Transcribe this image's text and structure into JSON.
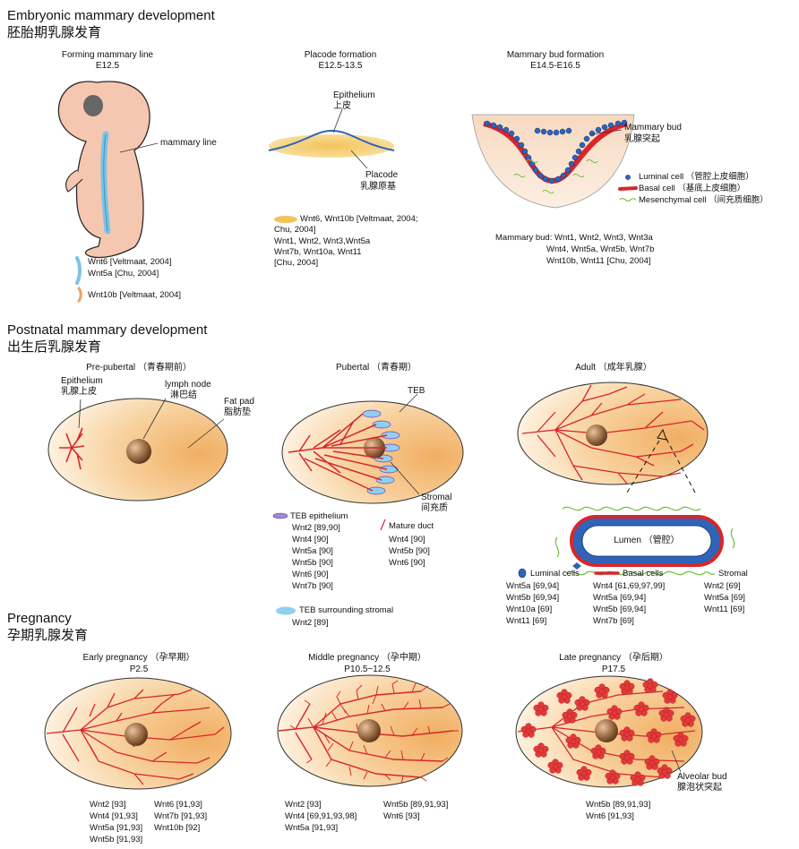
{
  "sections": {
    "embryonic": {
      "en": "Embryonic mammary development",
      "zh": "胚胎期乳腺发育"
    },
    "postnatal": {
      "en": "Postnatal mammary development",
      "zh": "出生后乳腺发育"
    },
    "pregnancy": {
      "en": "Pregnancy",
      "zh": "孕期乳腺发育"
    }
  },
  "embryonic": {
    "line": {
      "title": "Forming mammary line",
      "stage": "E12.5",
      "label": "mammary line",
      "legend": [
        "Wnt6 [Veltmaat, 2004]",
        "Wnt5a [Chu, 2004]",
        "Wnt10b [Veltmaat, 2004]"
      ]
    },
    "placode": {
      "title": "Placode formation",
      "stage": "E12.5-13.5",
      "epithelium_en": "Epithelium",
      "epithelium_zh": "上皮",
      "placode_en": "Placode",
      "placode_zh": "乳腺原基",
      "genes": [
        "Wnt6, Wnt10b [Veltmaat, 2004;",
        "Chu, 2004]",
        "Wnt1, Wnt2, Wnt3,Wnt5a",
        "Wnt7b, Wnt10a, Wnt11",
        "[Chu, 2004]"
      ]
    },
    "bud": {
      "title": "Mammary bud formation",
      "stage": "E14.5-E16.5",
      "bud_en": "Mammary bud",
      "bud_zh": "乳腺突起",
      "legend": [
        "Luminal cell （管腔上皮细胞）",
        "Basal cell （基底上皮细胞）",
        "Mesenchymal cell （间充质细胞）"
      ],
      "genes": [
        "Mammary bud: Wnt1, Wnt2, Wnt3, Wnt3a",
        "Wnt4, Wnt5a, Wnt5b, Wnt7b",
        "Wnt10b, Wnt11 [Chu, 2004]"
      ]
    }
  },
  "postnatal": {
    "prepubertal": {
      "title": "Pre-pubertal （青春期前）",
      "epi_en": "Epithelium",
      "epi_zh": "乳腺上皮",
      "lymph_en": "lymph node",
      "lymph_zh": "淋巴结",
      "fat_en": "Fat pad",
      "fat_zh": "脂肪垫"
    },
    "pubertal": {
      "title": "Pubertal （青春期）",
      "teb": "TEB",
      "stromal_en": "Stromal",
      "stromal_zh": "间充质",
      "teb_epi_title": "TEB epithelium",
      "teb_epi_genes": [
        "Wnt2 [89,90]",
        "Wnt4 [90]",
        "Wnt5a [90]",
        "Wnt5b [90]",
        "Wnt6 [90]",
        "Wnt7b [90]"
      ],
      "mature_title": "Mature duct",
      "mature_genes": [
        "Wnt4 [90]",
        "Wnt5b [90]",
        "Wnt6 [90]"
      ],
      "teb_str_title": "TEB surrounding stromal",
      "teb_str_genes": [
        "Wnt2 [89]"
      ]
    },
    "adult": {
      "title": "Adult （成年乳腺）",
      "lumen": "Lumen （管腔）",
      "luminal_title": "Luminal cells",
      "luminal_genes": [
        "Wnt5a [69,94]",
        "Wnt5b [69,94]",
        "Wnt10a [69]",
        "Wnt11 [69]"
      ],
      "basal_title": "Basal cells",
      "basal_genes": [
        "Wnt4 [61,69,97,99]",
        "Wnt5a [69,94]",
        "Wnt5b [69,94]",
        "Wnt7b [69]"
      ],
      "stromal_title": "Stromal",
      "stromal_genes": [
        "Wnt2 [69]",
        "Wnt5a [69]",
        "Wnt11 [69]"
      ]
    }
  },
  "pregnancy": {
    "early": {
      "title": "Early pregnancy （孕早期）",
      "stage": "P2.5",
      "col1": [
        "Wnt2 [93]",
        "Wnt4 [91,93]",
        "Wnt5a [91,93]",
        "Wnt5b [91,93]"
      ],
      "col2": [
        "Wnt6 [91,93]",
        "Wnt7b [91,93]",
        "Wnt10b [92]"
      ]
    },
    "middle": {
      "title": "Middle pregnancy （孕中期）",
      "stage": "P10.5~12.5",
      "col1": [
        "Wnt2 [93]",
        "Wnt4 [69,91,93,98]",
        "Wnt5a [91,93]"
      ],
      "col2": [
        "Wnt5b [89,91,93]",
        "Wnt6 [93]"
      ]
    },
    "late": {
      "title": "Late pregnancy （孕后期）",
      "stage": "P17.5",
      "alv_en": "Alveolar bud",
      "alv_zh": "腺泡状突起",
      "genes": [
        "Wnt5b [89,91,93]",
        "Wnt6 [91,93]"
      ]
    }
  },
  "colors": {
    "duct": "#d8262b",
    "luminal": "#2f64b8",
    "fat_light": "#fff3e0",
    "fat_dark": "#f2b066",
    "node": "#8a5a35",
    "teb": "#8fd0f0",
    "stroma": "#6fbf3e",
    "embryo": "#f6c7b0"
  }
}
